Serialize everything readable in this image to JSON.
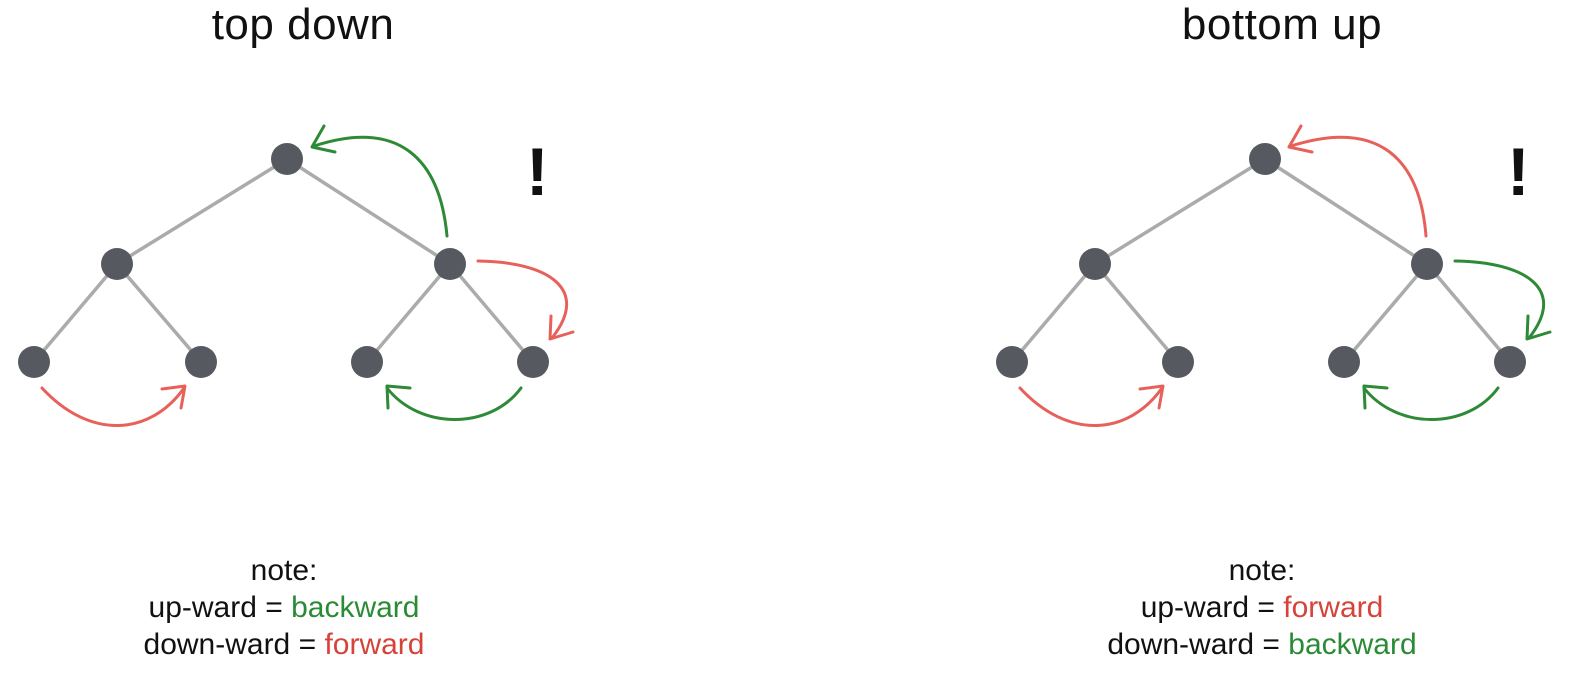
{
  "colors": {
    "forward": "#e8605a",
    "backward": "#2e8a36",
    "forward_text": "#d6433a",
    "backward_text": "#2b8a36",
    "node": "#565a60",
    "edge": "#ababab"
  },
  "panels": [
    {
      "title": "top down",
      "mark": "!",
      "note": {
        "heading": "note:",
        "line1_prefix": "up-ward = ",
        "line1_value": "backward",
        "line2_prefix": "down-ward = ",
        "line2_value": "forward"
      },
      "arrow_colors": {
        "upward": "backward",
        "downward": "forward",
        "sibling_right": "forward",
        "sibling_left": "backward"
      }
    },
    {
      "title": "bottom up",
      "mark": "!",
      "note": {
        "heading": "note:",
        "line1_prefix": "up-ward = ",
        "line1_value": "forward",
        "line2_prefix": "down-ward = ",
        "line2_value": "backward"
      },
      "arrow_colors": {
        "upward": "forward",
        "downward": "backward",
        "sibling_right": "forward",
        "sibling_left": "backward"
      }
    }
  ]
}
